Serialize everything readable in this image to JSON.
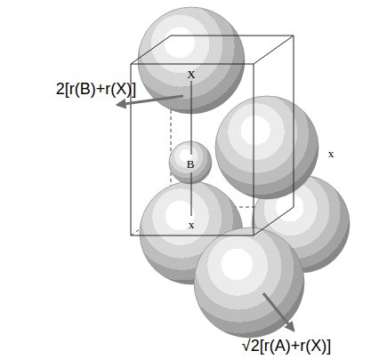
{
  "diagram": {
    "labels": [
      "X",
      "B",
      "x",
      "x",
      "2[r(B)+r(X)]",
      "√2[r(A)+r(X)]"
    ]
  }
}
